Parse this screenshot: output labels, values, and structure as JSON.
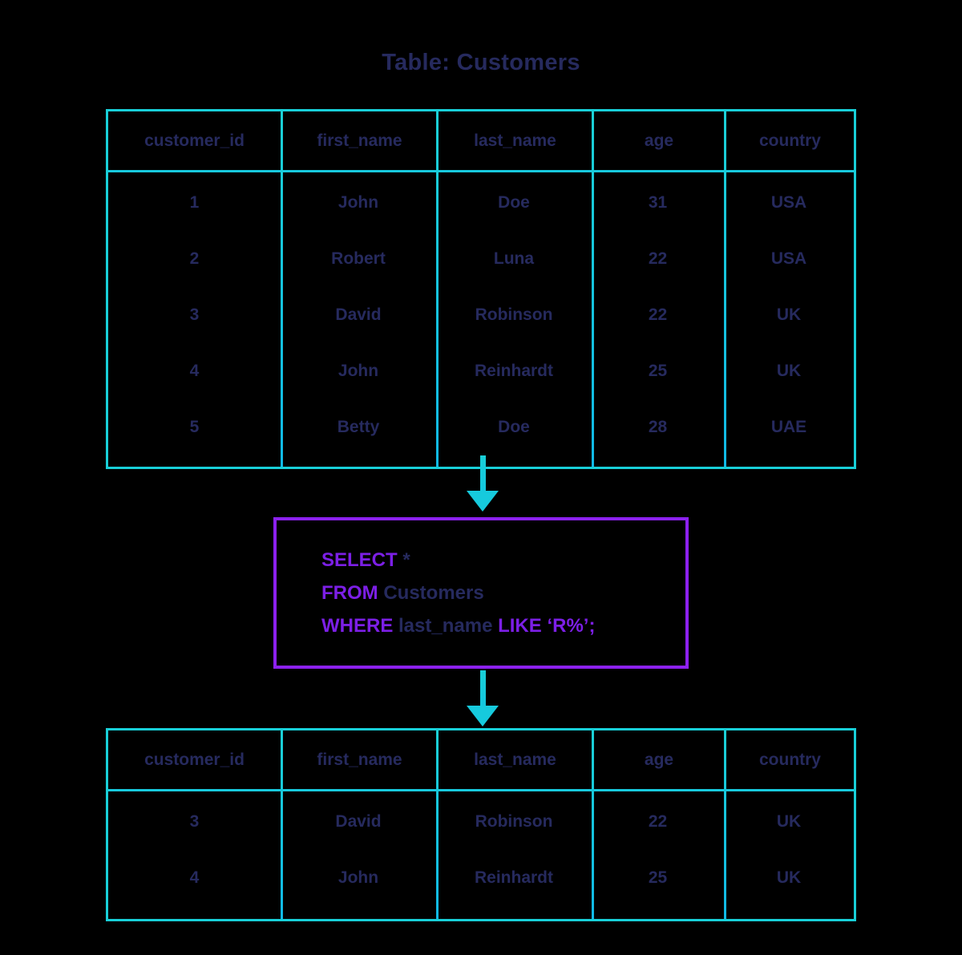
{
  "title": "Table: Customers",
  "colors": {
    "background": "#000000",
    "table_border": "#18cfd8",
    "table_border_bottom": "#10b9e6",
    "text": "#262a5e",
    "query_border": "#8c21ef",
    "keyword": "#7c1fe6",
    "arrow": "#16cadd"
  },
  "source_table": {
    "name": "Customers",
    "columns": [
      "customer_id",
      "first_name",
      "last_name",
      "age",
      "country"
    ],
    "rows": [
      [
        "1",
        "John",
        "Doe",
        "31",
        "USA"
      ],
      [
        "2",
        "Robert",
        "Luna",
        "22",
        "USA"
      ],
      [
        "3",
        "David",
        "Robinson",
        "22",
        "UK"
      ],
      [
        "4",
        "John",
        "Reinhardt",
        "25",
        "UK"
      ],
      [
        "5",
        "Betty",
        "Doe",
        "28",
        "UAE"
      ]
    ]
  },
  "query": {
    "lines": [
      [
        {
          "t": "SELECT",
          "k": "kw"
        },
        {
          "t": " ",
          "k": "ident"
        },
        {
          "t": "*",
          "k": "ident"
        }
      ],
      [
        {
          "t": "FROM",
          "k": "kw"
        },
        {
          "t": " ",
          "k": "ident"
        },
        {
          "t": "Customers",
          "k": "ident"
        }
      ],
      [
        {
          "t": "WHERE",
          "k": "kw"
        },
        {
          "t": " ",
          "k": "ident"
        },
        {
          "t": "last_name",
          "k": "ident"
        },
        {
          "t": " ",
          "k": "ident"
        },
        {
          "t": "LIKE",
          "k": "kw"
        },
        {
          "t": " ",
          "k": "ident"
        },
        {
          "t": "‘R%’;",
          "k": "lit"
        }
      ]
    ],
    "text": "SELECT * FROM Customers WHERE last_name LIKE ‘R%’;"
  },
  "result_table": {
    "columns": [
      "customer_id",
      "first_name",
      "last_name",
      "age",
      "country"
    ],
    "rows": [
      [
        "3",
        "David",
        "Robinson",
        "22",
        "UK"
      ],
      [
        "4",
        "John",
        "Reinhardt",
        "25",
        "UK"
      ]
    ]
  },
  "arrows": [
    {
      "name": "arrow-table-to-query",
      "direction": "down"
    },
    {
      "name": "arrow-query-to-result",
      "direction": "down"
    }
  ]
}
